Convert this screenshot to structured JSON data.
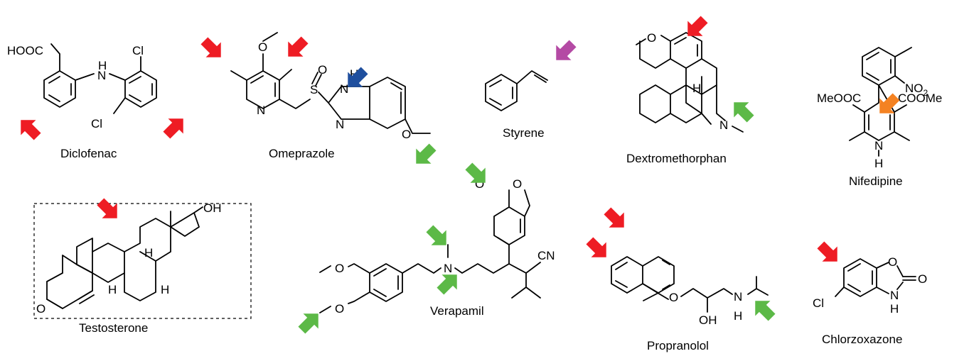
{
  "molecules": {
    "diclofenac": {
      "name": "Diclofenac",
      "atoms": {
        "acid": "HOOC",
        "h": "H",
        "n": "N",
        "cl1": "Cl",
        "cl2": "Cl"
      }
    },
    "omeprazole": {
      "name": "Omeprazole",
      "atoms": {
        "o_top": "O",
        "n_py": "N",
        "s": "S",
        "o_s": "O",
        "h": "H",
        "n1": "N",
        "n2": "N",
        "o_me": "O"
      }
    },
    "styrene": {
      "name": "Styrene"
    },
    "dextromethorphan": {
      "name": "Dextromethorphan",
      "atoms": {
        "o": "O",
        "h": "H",
        "n": "N"
      }
    },
    "nifedipine": {
      "name": "Nifedipine",
      "atoms": {
        "no2": "NO",
        "no2_sub": "2",
        "ester_l": "MeOOC",
        "ester_r": "COOMe",
        "n": "N",
        "h": "H"
      }
    },
    "testosterone": {
      "name": "Testosterone",
      "atoms": {
        "oh": "OH",
        "h1": "H",
        "h2": "H",
        "h3": "H",
        "o": "O"
      }
    },
    "verapamil": {
      "name": "Verapamil",
      "atoms": {
        "o1": "O",
        "o2": "O",
        "o3": "O",
        "o4": "O",
        "n": "N",
        "cn": "CN"
      }
    },
    "propranolol": {
      "name": "Propranolol",
      "atoms": {
        "o": "O",
        "oh": "OH",
        "n": "N",
        "h": "H"
      }
    },
    "chlorzoxazone": {
      "name": "Chlorzoxazone",
      "atoms": {
        "o_ring": "O",
        "o_co": "O",
        "n": "N",
        "h": "H",
        "cl": "Cl"
      }
    }
  },
  "arrow_colors": {
    "red": "#ee1c24",
    "green": "#5cb947",
    "blue": "#1f4f9e",
    "magenta": "#b44aa4",
    "orange": "#f48222"
  },
  "arrows": [
    {
      "color": "red"
    },
    {
      "color": "red"
    },
    {
      "color": "red"
    },
    {
      "color": "red"
    },
    {
      "color": "blue"
    },
    {
      "color": "green"
    },
    {
      "color": "magenta"
    },
    {
      "color": "red"
    },
    {
      "color": "green"
    },
    {
      "color": "orange"
    },
    {
      "color": "red"
    },
    {
      "color": "green"
    },
    {
      "color": "green"
    },
    {
      "color": "green"
    },
    {
      "color": "green"
    },
    {
      "color": "red"
    },
    {
      "color": "red"
    },
    {
      "color": "green"
    },
    {
      "color": "red"
    }
  ]
}
